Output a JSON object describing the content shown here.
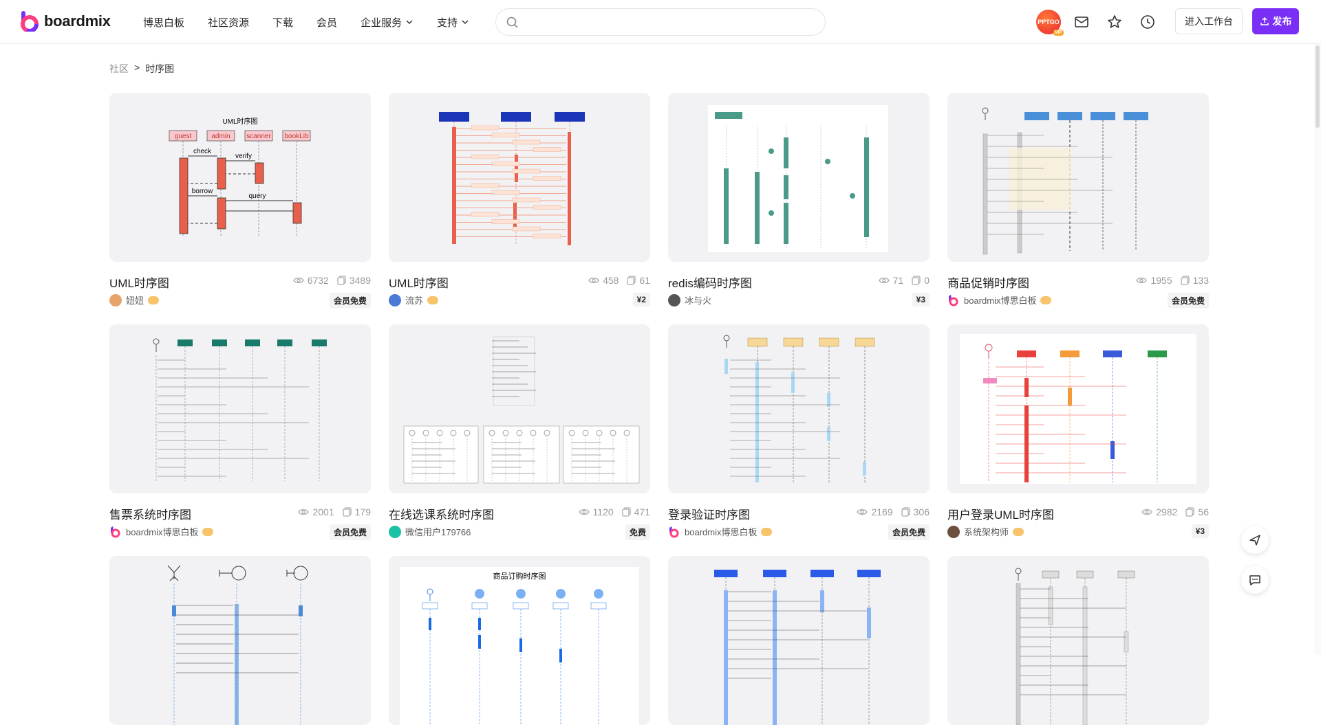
{
  "brand": {
    "name": "boardmix"
  },
  "nav": [
    {
      "label": "博思白板",
      "dropdown": false
    },
    {
      "label": "社区资源",
      "dropdown": false
    },
    {
      "label": "下载",
      "dropdown": false
    },
    {
      "label": "会员",
      "dropdown": false
    },
    {
      "label": "企业服务",
      "dropdown": true
    },
    {
      "label": "支持",
      "dropdown": true
    }
  ],
  "search": {
    "placeholder": "",
    "value": ""
  },
  "header": {
    "avatar_text": "PPTGO",
    "vip_badge": "VIP",
    "workspace_label": "进入工作台",
    "publish_label": "发布"
  },
  "breadcrumb": {
    "root": "社区",
    "sep": ">",
    "current": "时序图"
  },
  "cards": [
    {
      "title": "UML时序图",
      "views": "6732",
      "copies": "3489",
      "author": "妞妞",
      "price": "会员免费"
    },
    {
      "title": "UML时序图",
      "views": "458",
      "copies": "61",
      "author": "流苏",
      "price": "¥2"
    },
    {
      "title": "redis编码时序图",
      "views": "71",
      "copies": "0",
      "author": "冰与火",
      "price": "¥3"
    },
    {
      "title": "商品促销时序图",
      "views": "1955",
      "copies": "133",
      "author": "boardmix博思白板",
      "price": "会员免费"
    },
    {
      "title": "售票系统时序图",
      "views": "2001",
      "copies": "179",
      "author": "boardmix博思白板",
      "price": "会员免费"
    },
    {
      "title": "在线选课系统时序图",
      "views": "1120",
      "copies": "471",
      "author": "微信用户179766",
      "price": "免费"
    },
    {
      "title": "登录验证时序图",
      "views": "2169",
      "copies": "306",
      "author": "boardmix博思白板",
      "price": "会员免费"
    },
    {
      "title": "用户登录UML时序图",
      "views": "2982",
      "copies": "56",
      "author": "系统架构师",
      "price": "¥3"
    }
  ],
  "thumb_text": {
    "c1_title": "UML时序图",
    "c1_lifelines": [
      "guest",
      "admin",
      "scanner",
      "bookLib"
    ],
    "c1_msgs": [
      "check",
      "verify",
      "borrow",
      "query"
    ],
    "c10_title": "商品订购时序图"
  },
  "colors": {
    "accent": "#7a2ff7",
    "uml_red": "#e8604c",
    "teal": "#4a9a8a"
  }
}
